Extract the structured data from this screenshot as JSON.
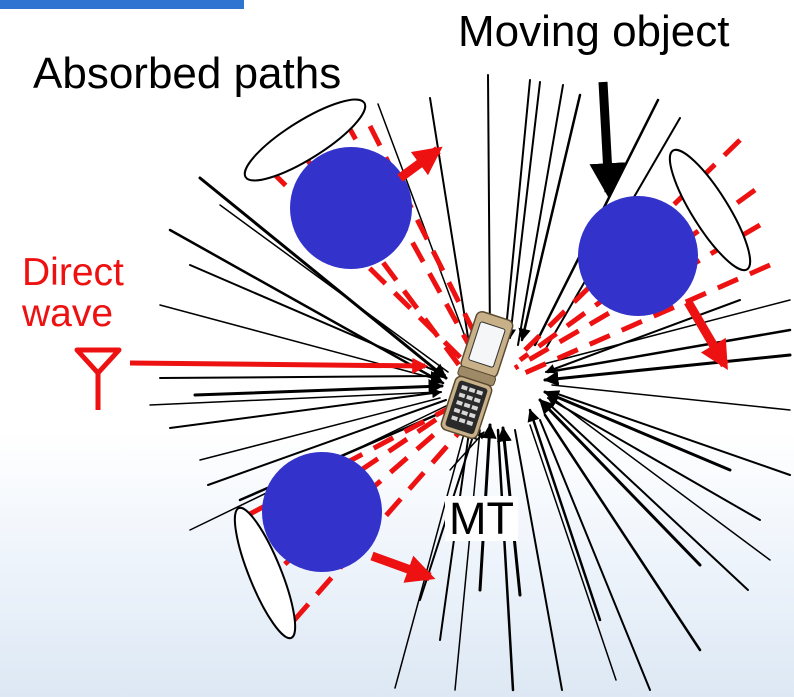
{
  "labels": {
    "absorbed_paths": "Absorbed paths",
    "moving_object": "Moving object",
    "direct_wave_line1": "Direct",
    "direct_wave_line2": "wave",
    "mt": "MT"
  },
  "colors": {
    "object_fill": "#3333cc",
    "direct_wave": "#ee1111",
    "path_line": "#000000",
    "title_bar": "#2f74d0"
  },
  "icons": {
    "antenna": "antenna-icon",
    "phone": "flip-phone-icon"
  }
}
